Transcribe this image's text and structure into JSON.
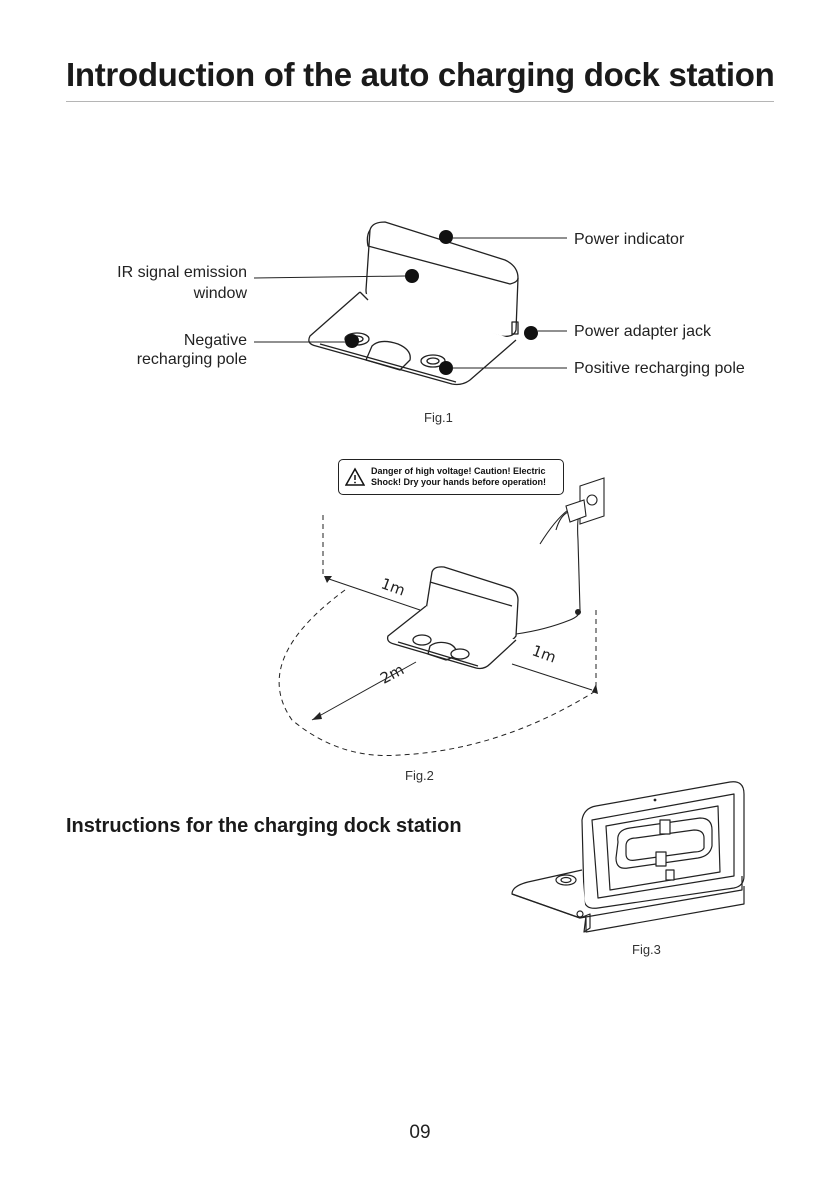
{
  "page": {
    "title": "Introduction of the auto charging dock station",
    "subtitle": "Instructions for the charging dock station",
    "page_number": "09"
  },
  "fig1": {
    "caption": "Fig.1",
    "labels": {
      "power_indicator": "Power indicator",
      "ir_window_line1": "IR signal emission",
      "ir_window_line2": "window",
      "negative_line1": "Negative",
      "negative_line2": "recharging pole",
      "power_adapter_jack": "Power adapter jack",
      "positive_pole": "Positive recharging pole"
    }
  },
  "fig2": {
    "caption": "Fig.2",
    "warning_line1": "Danger of high voltage! Caution! Electric",
    "warning_line2": "Shock! Dry your hands before operation!",
    "distance_left": "1m",
    "distance_right": "1m",
    "distance_front": "2m"
  },
  "fig3": {
    "caption": "Fig.3"
  }
}
